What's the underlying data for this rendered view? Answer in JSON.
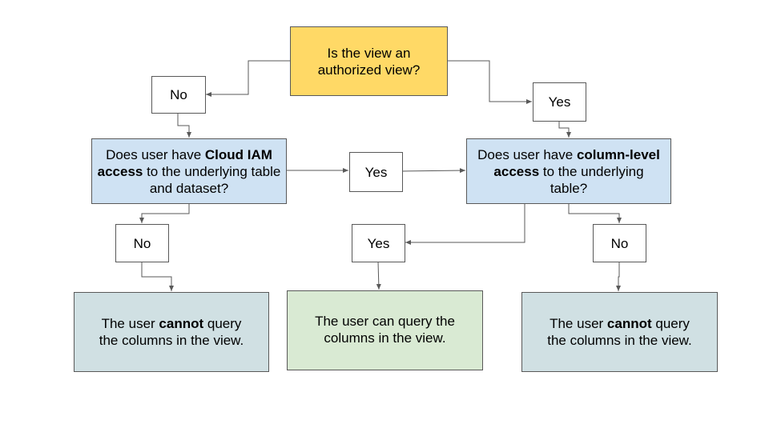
{
  "colors": {
    "start": "#ffd966",
    "question": "#cfe2f3",
    "allow": "#d9ead3",
    "deny": "#d0e0e3",
    "stroke": "#595959"
  },
  "nodes": {
    "q_authorized": [
      {
        "t": "Is the view an authorized view?",
        "b": false
      }
    ],
    "no1": "No",
    "yes1": "Yes",
    "q_iam": [
      {
        "t": "Does user have ",
        "b": false
      },
      {
        "t": "Cloud IAM access",
        "b": true
      },
      {
        "t": " to the underlying table and dataset?",
        "b": false
      }
    ],
    "yes2": "Yes",
    "q_column": [
      {
        "t": "Does user have ",
        "b": false
      },
      {
        "t": "column-level access",
        "b": true
      },
      {
        "t": " to the underlying table?",
        "b": false
      }
    ],
    "no2": "No",
    "yes3": "Yes",
    "no3": "No",
    "result_left": [
      {
        "t": "The user ",
        "b": false
      },
      {
        "t": "cannot",
        "b": true
      },
      {
        "t": " query the columns in the view.",
        "b": false
      }
    ],
    "result_middle": [
      {
        "t": "The user can query the columns in the view.",
        "b": false
      }
    ],
    "result_right": [
      {
        "t": "The user ",
        "b": false
      },
      {
        "t": "cannot",
        "b": true
      },
      {
        "t": " query the columns in the view.",
        "b": false
      }
    ]
  }
}
